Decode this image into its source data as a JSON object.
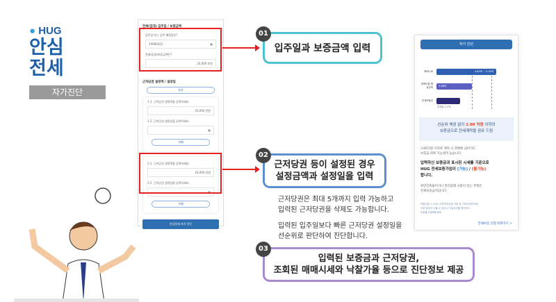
{
  "logo": {
    "brand": "HUG",
    "title_line1": "안심",
    "title_line2": "전세"
  },
  "section_label": "자가진단",
  "phone": {
    "section1_title": "전세(임대) 입주일 / 보증금액",
    "q_move_in": "입주일 또는 입주 예정일은?",
    "move_in_value": "19990101",
    "q_deposit": "전세(임대)보증금액은?",
    "deposit_value": "20,000 만원",
    "section2_title": "근저당권 설정액 / 설정일",
    "add_button": "추가",
    "item1_amount_label": "1-1. 근저당권 설정액을 입력하세요.",
    "item1_amount_value": "20,000 만원",
    "item1_date_label": "1-2. 근저당권 설정일을 입력하세요.",
    "delete_button": "삭제",
    "item2_amount_label": "2-1. 근저당권 설정액을 입력하세요.",
    "item2_amount_value": "20,000 만원",
    "item2_date_label": "2-2. 근저당권 설정일을 입력하세요.",
    "submit_button": "안심전세 자가 진단"
  },
  "callouts": [
    {
      "num": "01",
      "text": "입주일과 보증금액 입력",
      "color": "#4cc3cf"
    },
    {
      "num": "02",
      "line1": "근저당권 등이 설정된 경우",
      "line2": "설정금액과 설정일을 입력",
      "color": "#5b8fd0"
    },
    {
      "num": "03",
      "line1": "입력된 보증금과 근저당권,",
      "line2": "조회된 매매시세와 낙찰가율 등으로 진단정보 제공",
      "color": "#a88ad0"
    }
  ],
  "desc": {
    "p1_l1": "근저당권은 최대 5개까지 입력 가능하고",
    "p1_l2": "입력된 근저당권을 삭제도 가능합니다.",
    "p2_l1": "입력된 입주일보다 빠른 근저당권 설정일을",
    "p2_l2": "선순위로 판단하여 진단합니다."
  },
  "result": {
    "header": "자가 진단",
    "bars": [
      {
        "label": "매매시세",
        "value": "4.80억 ~ 5.30억",
        "color": "#2e5fb0"
      },
      {
        "label": "경매낙찰 예상금액",
        "value": "3.66억",
        "color": "#5a5fc0"
      },
      {
        "label": "전세보증금",
        "value": "",
        "color": "#2e2a78"
      }
    ],
    "deposit_note": "전세금 2.0억",
    "rec_l1_pre": "선순위 채권 없이 ",
    "rec_amount": "2.80 억원",
    "rec_l1_post": " 이하의",
    "rec_l2": "보증금으로 전세계약을 권유 드림",
    "note1_l1": "3.66억원 이하로 계약 시 경매에 넘어가도",
    "note1_l2": "보증금 회복 가능성이 높습니다.",
    "bold_l1": "입력하신 보증금과 표시된 시세를 기준으로",
    "bold_l2_pre": "HUG 전세보증가입이 ",
    "possible": "[가능]",
    "slash": " / ",
    "impossible": "[불가능]",
    "bold_l3": "합니다.",
    "note2_l1": "위반건축물이거나 권리침해 사항이 있는 주택은",
    "note2_l2": "전세보증금지입니다.",
    "small_l1": "보증신청 시 HUG 주택가격산정 기준 및 기타요건에 따라",
    "small_l2": "다른 결과가 나올 수 있으니 가입요건을 확인하고",
    "small_l3": "보증을 신청해보세요.",
    "link": "전세보증 신청 바로가기 >"
  }
}
